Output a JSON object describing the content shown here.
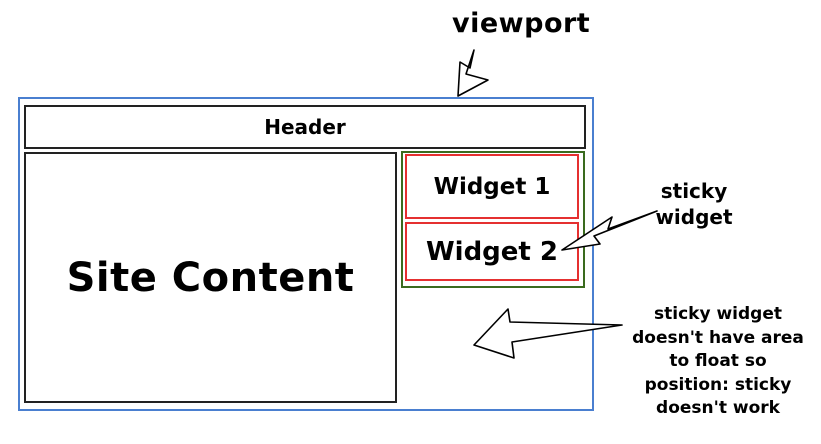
{
  "labels": {
    "viewport": "viewport",
    "header": "Header",
    "site_content": "Site Content",
    "widget_1": "Widget 1",
    "widget_2": "Widget 2",
    "sticky_widget": "sticky widget",
    "no_area_note": "sticky widget doesn't have area to float so position: sticky doesn't work"
  },
  "colors": {
    "viewport_border": "#4a7fd0",
    "sidebar_border": "#3a6b1e",
    "widget_border": "#e53030",
    "box_border": "#222222"
  }
}
